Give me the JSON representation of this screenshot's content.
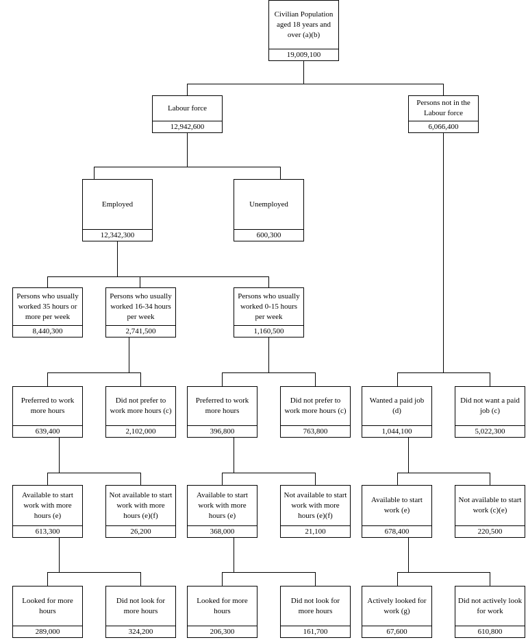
{
  "nodes": {
    "civilian_population": {
      "label": "Civilian Population aged 18 years and over (a)(b)",
      "value": "19,009,100"
    },
    "labour_force": {
      "label": "Labour force",
      "value": "12,942,600"
    },
    "not_in_labour_force": {
      "label": "Persons not in the Labour force",
      "value": "6,066,400"
    },
    "employed": {
      "label": "Employed",
      "value": "12,342,300"
    },
    "unemployed": {
      "label": "Unemployed",
      "value": "600,300"
    },
    "worked_35_plus": {
      "label": "Persons who usually worked 35 hours or more per week",
      "value": "8,440,300"
    },
    "worked_16_34": {
      "label": "Persons who usually worked 16-34 hours per week",
      "value": "2,741,500"
    },
    "worked_0_15": {
      "label": "Persons who usually worked 0-15 hours per week",
      "value": "1,160,500"
    },
    "pref_more_16_34": {
      "label": "Preferred to work more hours",
      "value": "639,400"
    },
    "not_pref_16_34": {
      "label": "Did not prefer to work more hours (c)",
      "value": "2,102,000"
    },
    "pref_more_0_15": {
      "label": "Preferred to work more hours",
      "value": "396,800"
    },
    "not_pref_0_15": {
      "label": "Did not prefer to work more hours (c)",
      "value": "763,800"
    },
    "wanted_paid_job": {
      "label": "Wanted a paid job (d)",
      "value": "1,044,100"
    },
    "not_want_paid_job": {
      "label": "Did not want a paid job (c)",
      "value": "5,022,300"
    },
    "avail_16_34": {
      "label": "Available to start work with more hours (e)",
      "value": "613,300"
    },
    "not_avail_16_34": {
      "label": "Not available to start work with more hours (e)(f)",
      "value": "26,200"
    },
    "avail_0_15": {
      "label": "Available to start work with more hours (e)",
      "value": "368,000"
    },
    "not_avail_0_15": {
      "label": "Not available to start work with more hours (e)(f)",
      "value": "21,100"
    },
    "avail_start_work": {
      "label": "Available to start work (e)",
      "value": "678,400"
    },
    "not_avail_start_work": {
      "label": "Not available to start work (c)(e)",
      "value": "220,500"
    },
    "looked_16_34": {
      "label": "Looked for more hours",
      "value": "289,000"
    },
    "not_looked_16_34": {
      "label": "Did not look for more hours",
      "value": "324,200"
    },
    "looked_0_15": {
      "label": "Looked for more hours",
      "value": "206,300"
    },
    "not_looked_0_15": {
      "label": "Did not look for more hours",
      "value": "161,700"
    },
    "actively_looked": {
      "label": "Actively looked for work (g)",
      "value": "67,600"
    },
    "not_actively_looked": {
      "label": "Did not actively look for work",
      "value": "610,800"
    }
  }
}
